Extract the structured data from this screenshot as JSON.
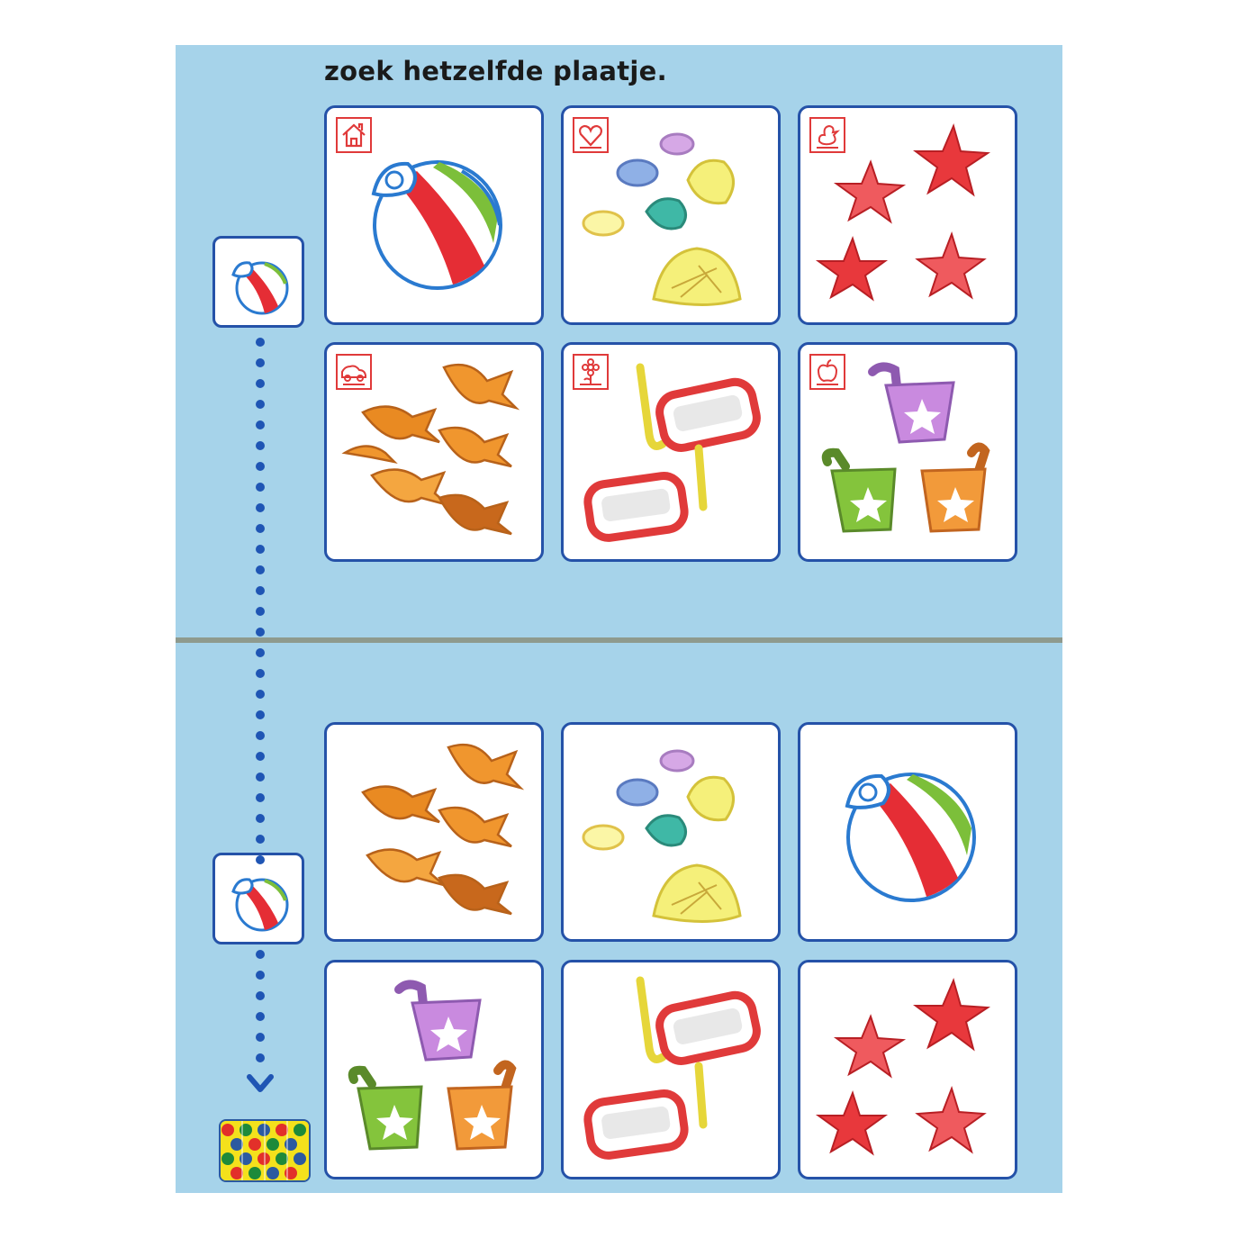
{
  "instruction": "zoek hetzelfde plaatje.",
  "colors": {
    "page_background": "#a6d3ea",
    "card_border": "#2552a8",
    "symbol_red": "#e03a3a",
    "divider": "#8e9a8e"
  },
  "sections": [
    {
      "name": "upper-exercise",
      "key_picture": "beach-ball",
      "cards": [
        {
          "picture": "beach-ball",
          "symbol": "house-icon"
        },
        {
          "picture": "shells",
          "symbol": "heart-icon"
        },
        {
          "picture": "starfish",
          "symbol": "duck-icon"
        },
        {
          "picture": "fish",
          "symbol": "car-icon"
        },
        {
          "picture": "snorkel-masks",
          "symbol": "flower-icon"
        },
        {
          "picture": "sand-buckets",
          "symbol": "apple-icon"
        }
      ]
    },
    {
      "name": "lower-exercise",
      "key_picture": "beach-ball",
      "cards": [
        {
          "picture": "fish"
        },
        {
          "picture": "shells"
        },
        {
          "picture": "beach-ball"
        },
        {
          "picture": "sand-buckets"
        },
        {
          "picture": "snorkel-masks"
        },
        {
          "picture": "starfish"
        }
      ]
    }
  ],
  "control_tile": "control-pattern-icon"
}
